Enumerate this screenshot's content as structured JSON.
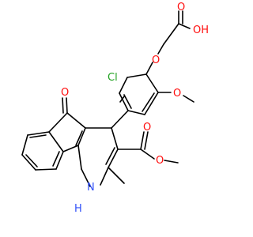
{
  "molecule": {
    "atoms": [
      {
        "id": "o_acid_oh",
        "label": "OH",
        "color": "#ff0d0d"
      },
      {
        "id": "o_acid_dbl",
        "label": "O",
        "color": "#ff0d0d"
      },
      {
        "id": "o_ether",
        "label": "O",
        "color": "#ff0d0d"
      },
      {
        "id": "cl",
        "label": "Cl",
        "color": "#1fa11f"
      },
      {
        "id": "o_methoxy",
        "label": "O",
        "color": "#ff0d0d"
      },
      {
        "id": "o_ketone",
        "label": "O",
        "color": "#ff0d0d"
      },
      {
        "id": "o_ester_dbl",
        "label": "O",
        "color": "#ff0d0d"
      },
      {
        "id": "o_ester",
        "label": "O",
        "color": "#ff0d0d"
      },
      {
        "id": "nh_h",
        "label": "H",
        "color": "#3050f8"
      },
      {
        "id": "nh_n",
        "label": "N",
        "color": "#3050f8"
      }
    ]
  }
}
